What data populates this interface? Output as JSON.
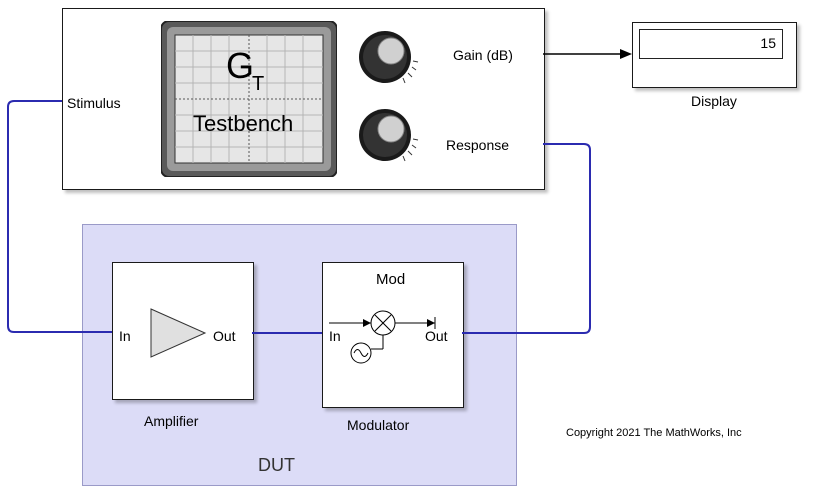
{
  "testbench": {
    "screen_title_main": "G",
    "screen_title_sub": "T",
    "screen_caption": "Testbench",
    "stimulus_label": "Stimulus",
    "gain_label": "Gain (dB)",
    "response_label": "Response"
  },
  "display": {
    "value": "15",
    "name": "Display"
  },
  "dut": {
    "label": "DUT",
    "amplifier": {
      "in_label": "In",
      "out_label": "Out",
      "name": "Amplifier"
    },
    "modulator": {
      "title": "Mod",
      "in_label": "In",
      "out_label": "Out",
      "name": "Modulator"
    }
  },
  "copyright": "Copyright 2021 The MathWorks, Inc",
  "colors": {
    "signal_line": "#2b2bb0",
    "dut_background": "#dcdcf7"
  }
}
